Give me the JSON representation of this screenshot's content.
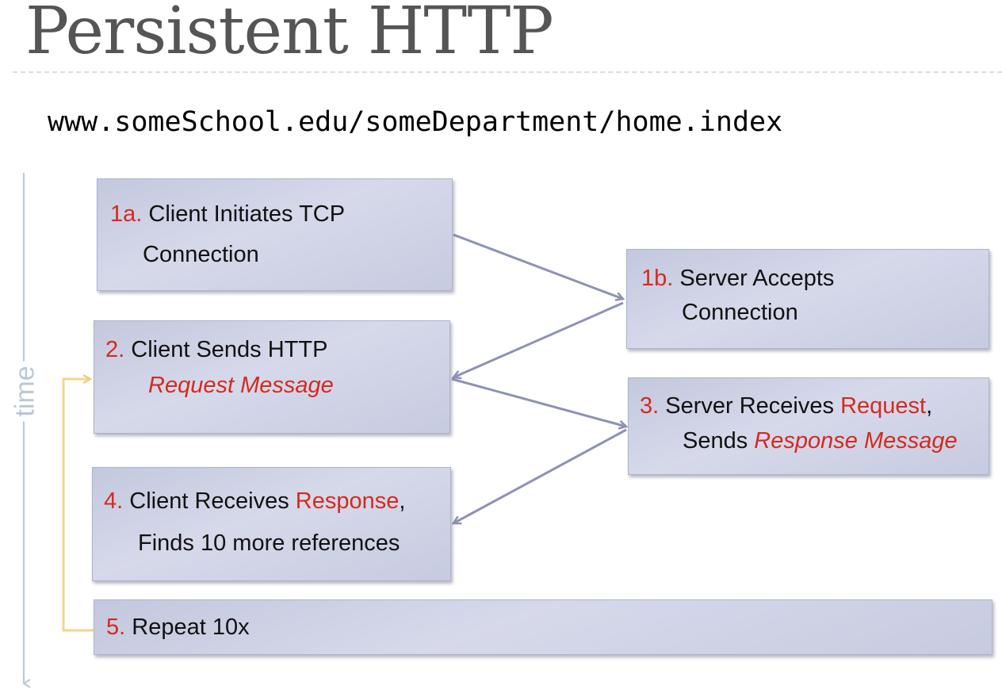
{
  "slide": {
    "title": "Persistent HTTP",
    "url": "www.someSchool.edu/someDepartment/home.index",
    "axis_label": "time"
  },
  "steps": {
    "s1a": {
      "num": "1a.",
      "line1": "Client Initiates TCP",
      "line2": "Connection"
    },
    "s1b": {
      "num": "1b.",
      "line1": "Server Accepts",
      "line2": "Connection"
    },
    "s2": {
      "num": "2.",
      "line1": "Client Sends HTTP",
      "line2": "Request Message"
    },
    "s3": {
      "num": "3.",
      "line1_a": "Server Receives ",
      "line1_b": "Request",
      "line1_c": ",",
      "line2_a": "Sends ",
      "line2_b": "Response Message"
    },
    "s4": {
      "num": "4.",
      "line1_a": "Client Receives ",
      "line1_b": "Response",
      "line1_c": ",",
      "line2": "Finds 10 more references"
    },
    "s5": {
      "num": "5.",
      "line1": "Repeat 10x"
    }
  },
  "colors": {
    "accent_red": "#d42a1e",
    "box_fill": "#cfd2e5",
    "arrow": "#8e92b4",
    "loop_arrow": "#f3d58e",
    "time_axis": "#b8c8d6"
  }
}
